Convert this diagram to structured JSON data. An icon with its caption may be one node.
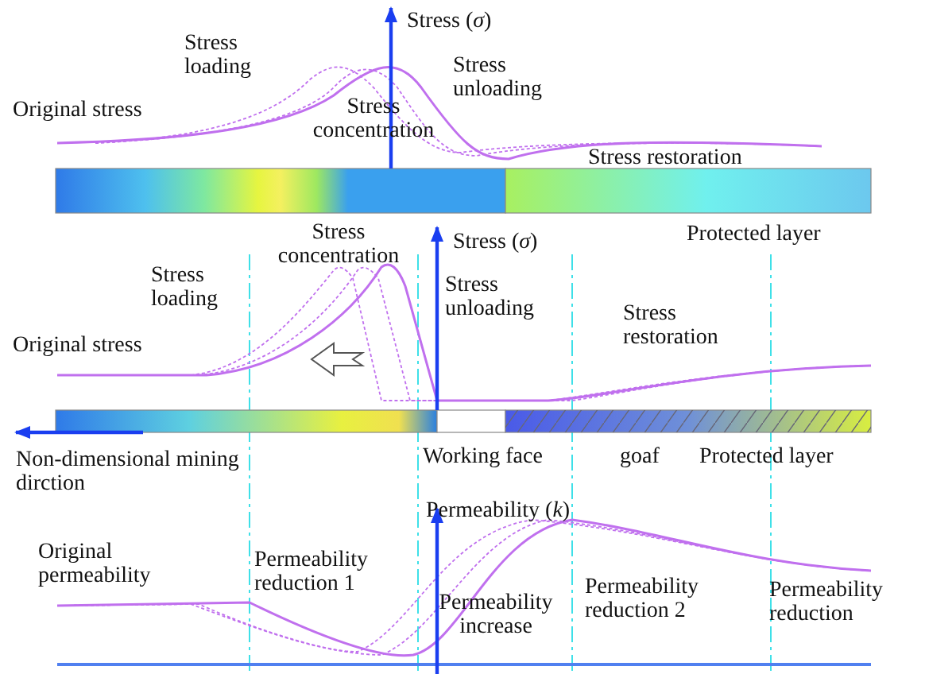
{
  "diagram": {
    "labels": [
      "Stress loading",
      "Original stress",
      "Stress (*σ*)",
      "Stress concentration",
      "Stress unloading",
      "Stress restoration",
      "Stress concentration",
      "Stress loading",
      "Stress (*σ*)",
      "Stress unloading",
      "Protected layer",
      "Original stress",
      "Stress restoration",
      "Non-dimensional mining dirction",
      "Working face",
      "goaf",
      "Protected layer",
      "Permeability (*k*)",
      "Original permeability",
      "Permeability reduction 1",
      "Permeability increase",
      "Permeability reduction 2",
      "Permeability reduction"
    ]
  }
}
